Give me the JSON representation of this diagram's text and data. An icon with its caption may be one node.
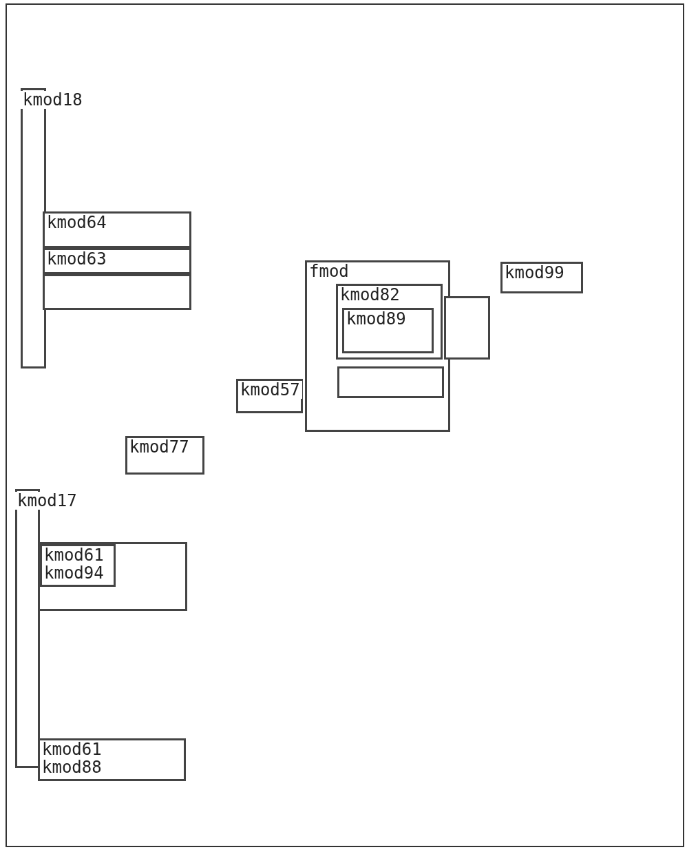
{
  "diagram": {
    "nodes": [
      {
        "text": [
          "kmod18"
        ]
      },
      {
        "text": [
          "kmod64"
        ]
      },
      {
        "text": [
          "kmod63"
        ]
      },
      {
        "text": [],
        "shape": "box"
      },
      {
        "text": [
          "fmod"
        ]
      },
      {
        "text": [
          "kmod82"
        ],
        "in": 4
      },
      {
        "text": [
          "kmod89"
        ],
        "in": 5
      },
      {
        "text": [],
        "shape": "box",
        "in": 4
      },
      {
        "text": [],
        "shape": "box"
      },
      {
        "text": [
          "kmod99"
        ]
      },
      {
        "text": [
          "kmod57"
        ]
      },
      {
        "text": [
          "kmod77"
        ]
      },
      {
        "text": [
          "kmod17"
        ]
      },
      {
        "text": [],
        "shape": "box"
      },
      {
        "text": [
          "kmod61",
          "kmod94"
        ],
        "in": 13
      },
      {
        "text": [
          "kmod61",
          "kmod88"
        ]
      }
    ]
  }
}
